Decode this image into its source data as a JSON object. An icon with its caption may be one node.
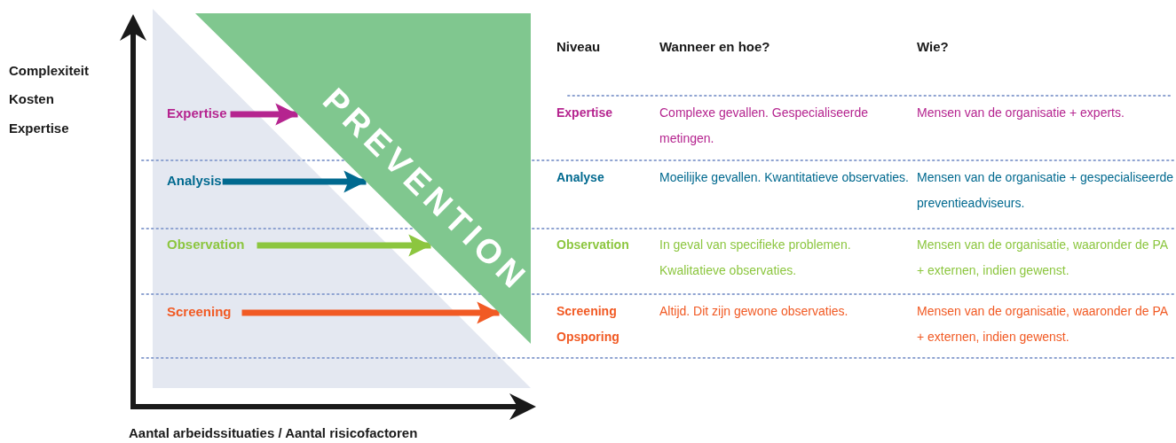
{
  "diagram": {
    "nodes": [
      {
        "text": [
          "Expertise"
        ]
      },
      {
        "text": [
          "Analysis"
        ]
      },
      {
        "text": [
          "Observation"
        ]
      },
      {
        "text": [
          "Screening"
        ]
      },
      {
        "text": [
          "PREVENTION"
        ]
      }
    ],
    "edges": [
      {
        "from": 0,
        "to": 4,
        "arrow": "to",
        "color": "#b5248f"
      },
      {
        "from": 1,
        "to": 4,
        "arrow": "to",
        "color": "#00698f"
      },
      {
        "from": 2,
        "to": 4,
        "arrow": "to",
        "color": "#8cc63f"
      },
      {
        "from": 3,
        "to": 4,
        "arrow": "to",
        "color": "#f15a24"
      }
    ],
    "labels": [
      "Complexiteit",
      "Kosten",
      "Expertise",
      "Aantal arbeidssituaties / Aantal risicofactoren",
      "Niveau",
      "Wanneer en hoe?",
      "Wie?",
      "Expertise",
      "Complexe gevallen. Gespecialiseerde metingen.",
      "Mensen van de organisatie + experts.",
      "Analyse",
      "Moeilijke gevallen. Kwantitatieve observaties.",
      "Mensen van de organisatie + gespecialiseerde preventieadviseurs.",
      "Observation",
      "In geval van specifieke problemen. Kwalitatieve observaties.",
      "Mensen van de organisatie, waaronder de PA + externen, indien gewenst.",
      "Screening Opsporing",
      "Altijd. Dit zijn gewone observaties.",
      "Mensen van de organisatie, waaronder de PA + externen, indien gewenst."
    ]
  }
}
